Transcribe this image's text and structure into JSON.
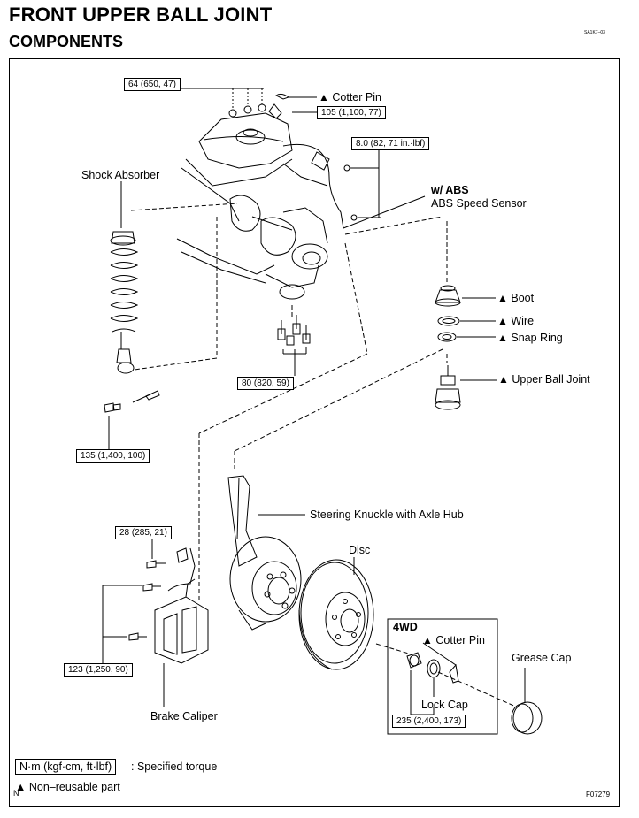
{
  "header": {
    "title": "FRONT UPPER BALL JOINT",
    "subtitle": "COMPONENTS",
    "doc_id": "SA1K7–03"
  },
  "triangle": "▲",
  "parts": {
    "cotter_pin_top": "Cotter Pin",
    "shock_absorber": "Shock Absorber",
    "w_abs": "w/ ABS",
    "abs_speed_sensor": "ABS Speed Sensor",
    "boot": "Boot",
    "wire": "Wire",
    "snap_ring": "Snap Ring",
    "upper_ball_joint": "Upper Ball Joint",
    "steering_knuckle": "Steering Knuckle with Axle Hub",
    "disc": "Disc",
    "grease_cap": "Grease Cap",
    "four_wd": "4WD",
    "cotter_pin_4wd": "Cotter Pin",
    "lock_cap": "Lock Cap",
    "brake_caliper": "Brake Caliper"
  },
  "torques": {
    "t64": "64 (650, 47)",
    "t105": "105 (1,100, 77)",
    "t8": "8.0 (82, 71 in.·lbf)",
    "t80": "80 (820, 59)",
    "t135": "135 (1,400, 100)",
    "t28": "28 (285, 21)",
    "t123": "123 (1,250, 90)",
    "t235": "235 (2,400, 173)"
  },
  "legend": {
    "unit": "N·m (kgf·cm, ft·lbf)",
    "specified": ": Specified torque",
    "n_mark": "N",
    "non_reusable": "Non–reusable part"
  },
  "figure_no": "F07279"
}
